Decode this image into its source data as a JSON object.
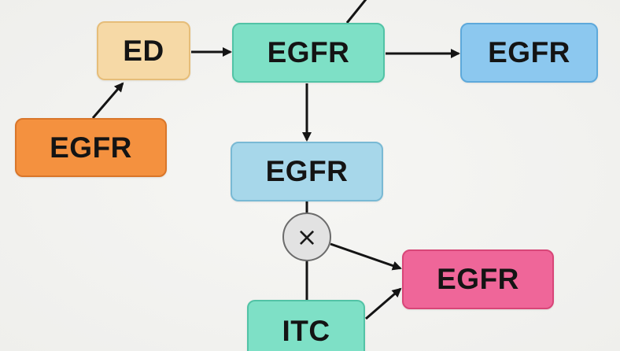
{
  "nodes": {
    "ed": {
      "label": "ED",
      "color": "#f6d9a6"
    },
    "egfr_orange": {
      "label": "EGFR",
      "color": "#f4913f"
    },
    "egfr_top": {
      "label": "EGFR",
      "color": "#7ee0c6"
    },
    "egfr_right": {
      "label": "EGFR",
      "color": "#8cc8ef"
    },
    "egfr_mid": {
      "label": "EGFR",
      "color": "#a7d7ea"
    },
    "egfr_pink": {
      "label": "EGFR",
      "color": "#ef6699"
    },
    "itc": {
      "label": "ITC",
      "color": "#7ee0c6"
    }
  },
  "inhibition": {
    "symbol": "×",
    "icon": "x-icon"
  },
  "edges": [
    {
      "from": "egfr_orange",
      "to": "ed",
      "type": "arrow"
    },
    {
      "from": "ed",
      "to": "egfr_top",
      "type": "arrow"
    },
    {
      "from": "egfr_top",
      "to": "egfr_right",
      "type": "arrow"
    },
    {
      "from": "egfr_top",
      "to": "egfr_mid",
      "type": "arrow"
    },
    {
      "from": "egfr_mid",
      "to": "inhibition",
      "type": "line"
    },
    {
      "from": "inhibition",
      "to": "egfr_pink",
      "type": "arrow"
    },
    {
      "from": "inhibition",
      "to": "itc",
      "type": "line"
    },
    {
      "from": "itc",
      "to": "egfr_pink",
      "type": "arrow"
    },
    {
      "from": "egfr_top",
      "to": "offscreen",
      "type": "line"
    }
  ]
}
